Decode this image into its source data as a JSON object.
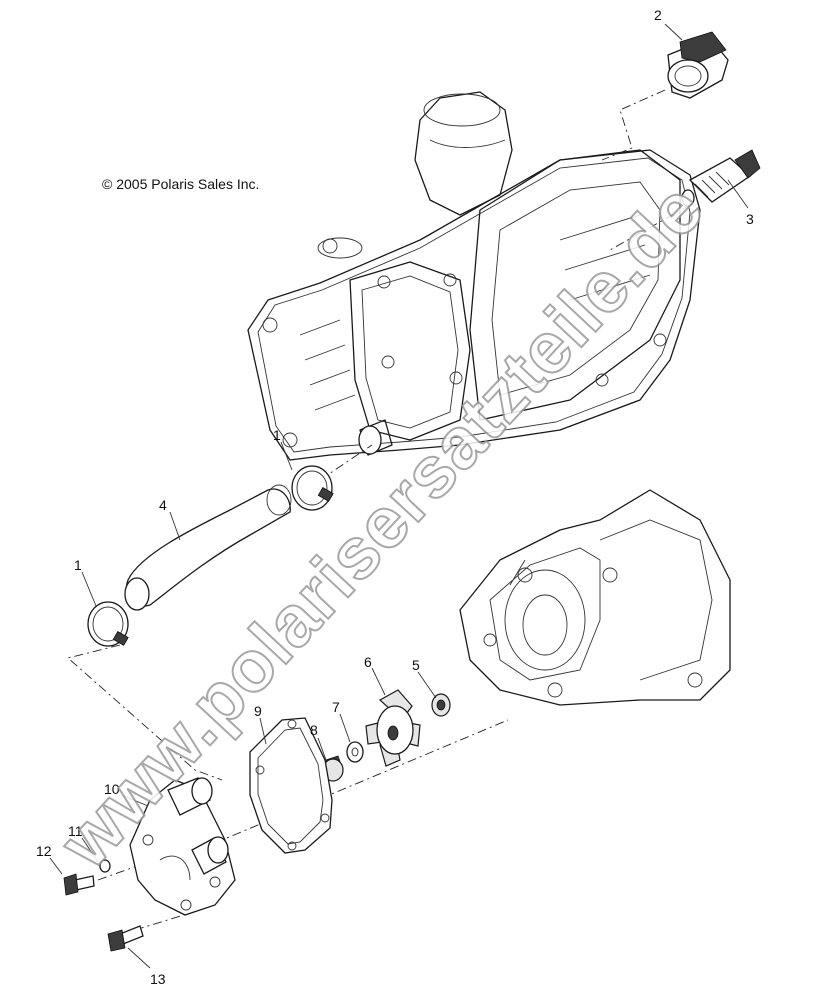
{
  "copyright": "© 2005 Polaris Sales Inc.",
  "watermark": "www.polarisersatzteile.de",
  "callouts": [
    {
      "id": "1a",
      "text": "1"
    },
    {
      "id": "1b",
      "text": "1"
    },
    {
      "id": "2",
      "text": "2"
    },
    {
      "id": "3",
      "text": "3"
    },
    {
      "id": "4",
      "text": "4"
    },
    {
      "id": "5",
      "text": "5"
    },
    {
      "id": "6",
      "text": "6"
    },
    {
      "id": "7",
      "text": "7"
    },
    {
      "id": "8",
      "text": "8"
    },
    {
      "id": "9",
      "text": "9"
    },
    {
      "id": "10",
      "text": "10"
    },
    {
      "id": "11",
      "text": "11"
    },
    {
      "id": "12",
      "text": "12"
    },
    {
      "id": "13",
      "text": "13"
    }
  ]
}
